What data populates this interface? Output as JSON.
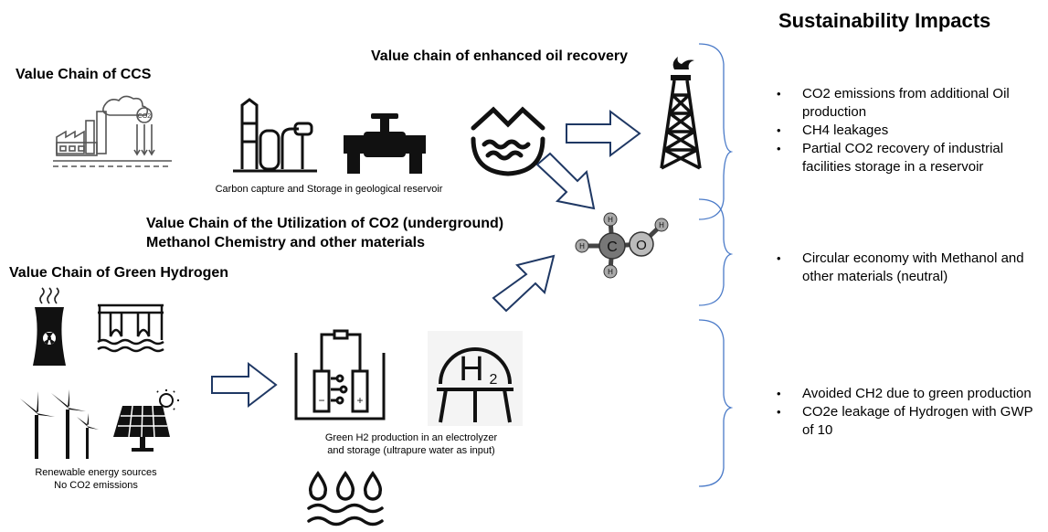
{
  "impacts": {
    "title": "Sustainability Impacts",
    "groups": [
      {
        "items": [
          "CO2 emissions from additional Oil production",
          "CH4 leakages",
          "Partial CO2 recovery of industrial facilities storage in a reservoir"
        ]
      },
      {
        "items": [
          "Circular economy with Methanol and other materials (neutral)"
        ]
      },
      {
        "items": [
          "Avoided CH2 due to green production",
          "CO2e leakage of Hydrogen with GWP of 10"
        ]
      }
    ]
  },
  "ccs": {
    "title": "Value Chain of CCS",
    "caption": "Carbon capture and Storage in geological reservoir",
    "co2_badge": "CO2"
  },
  "eor": {
    "title": "Value chain of enhanced oil recovery"
  },
  "utilization": {
    "title_line1": "Value Chain of the Utilization of CO2 (underground)",
    "title_line2": "Methanol Chemistry and other materials"
  },
  "hydrogen": {
    "title": "Value Chain of Green Hydrogen",
    "renewables_caption_line1": "Renewable energy sources",
    "renewables_caption_line2": "No CO2 emissions",
    "electrolyzer_caption_line1": "Green H2 production in an electrolyzer",
    "electrolyzer_caption_line2": "and storage (ultrapure water as input)",
    "h2_symbol": "H",
    "h2_subscript": "2"
  },
  "molecule": {
    "carbon": "C",
    "oxygen": "O",
    "hydrogen": "H"
  },
  "colors": {
    "bracket": "#4a7ac8",
    "arrow_stroke": "#1f3864",
    "icon": "#111111"
  }
}
